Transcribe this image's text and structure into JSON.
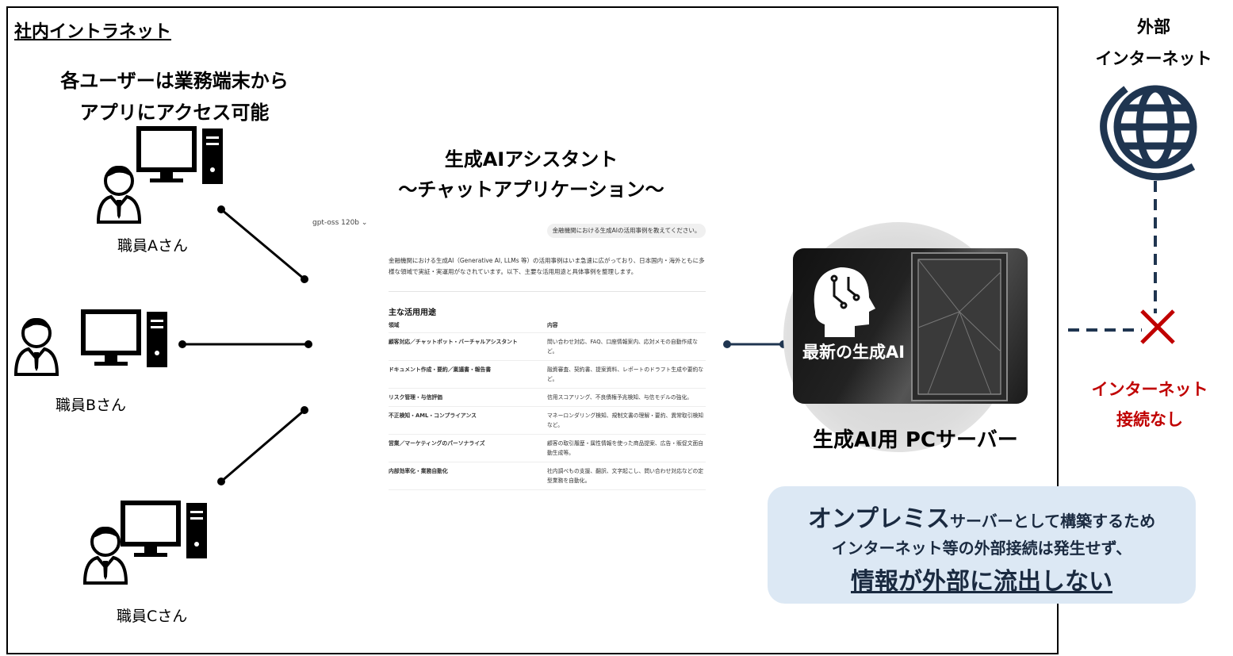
{
  "intranet_label": "社内イントラネット",
  "users_note": [
    "各ユーザーは業務端末から",
    "アプリにアクセス可能"
  ],
  "users": [
    {
      "label": "職員Aさん"
    },
    {
      "label": "職員Bさん"
    },
    {
      "label": "職員Cさん"
    }
  ],
  "app": {
    "title": "生成AIアシスタント",
    "subtitle": "～チャットアプリケーション～"
  },
  "chat": {
    "model": "gpt-oss 120b ⌄",
    "user_message": "金融機関における生成AIの活用事例を教えてください。",
    "answer": "金融機関における生成AI（Generative AI, LLMs 等）の活用事例はいま急速に広がっており、日本国内・海外ともに多様な領域で実証・実運用がなされています。以下、主要な活用用途と具体事例を整理します。",
    "table_title": "主な活用用途",
    "headers": [
      "領域",
      "内容"
    ],
    "rows": [
      [
        "顧客対応／チャットボット・バーチャルアシスタント",
        "問い合わせ対応、FAQ、口座情報案内、応対メモの自動作成など。"
      ],
      [
        "ドキュメント作成・要約／稟議書・報告書",
        "融資審査、契約書、提案資料、レポートのドラフト生成や要約など。"
      ],
      [
        "リスク管理・与信評価",
        "信用スコアリング、不良債権予兆検知、与信モデルの強化。"
      ],
      [
        "不正検知・AML・コンプライアンス",
        "マネーロンダリング検知、規制文書の理解・要約、異常取引検知など。"
      ],
      [
        "営業／マーケティングのパーソナライズ",
        "顧客の取引履歴・属性情報を使った商品提案、広告・販促文面自動生成等。"
      ],
      [
        "内部効率化・業務自動化",
        "社内調べもの支援、翻訳、文字起こし、問い合わせ対応などの定型業務を自動化。"
      ]
    ]
  },
  "server": {
    "overlay": "最新の生成AI",
    "label": "生成AI用 PCサーバー"
  },
  "external": {
    "label": [
      "外部",
      "インターネット"
    ],
    "no_connection": [
      "インターネット",
      "接続なし"
    ]
  },
  "note": {
    "line1_big": "オンプレミス",
    "line1_rest": "サーバーとして構築するため",
    "line2": "インターネット等の外部接続は発生せず、",
    "line3": "情報が外部に流出しない"
  },
  "colors": {
    "navy": "#1f3550",
    "red": "#c00000",
    "note_bg": "#dce8f4"
  }
}
